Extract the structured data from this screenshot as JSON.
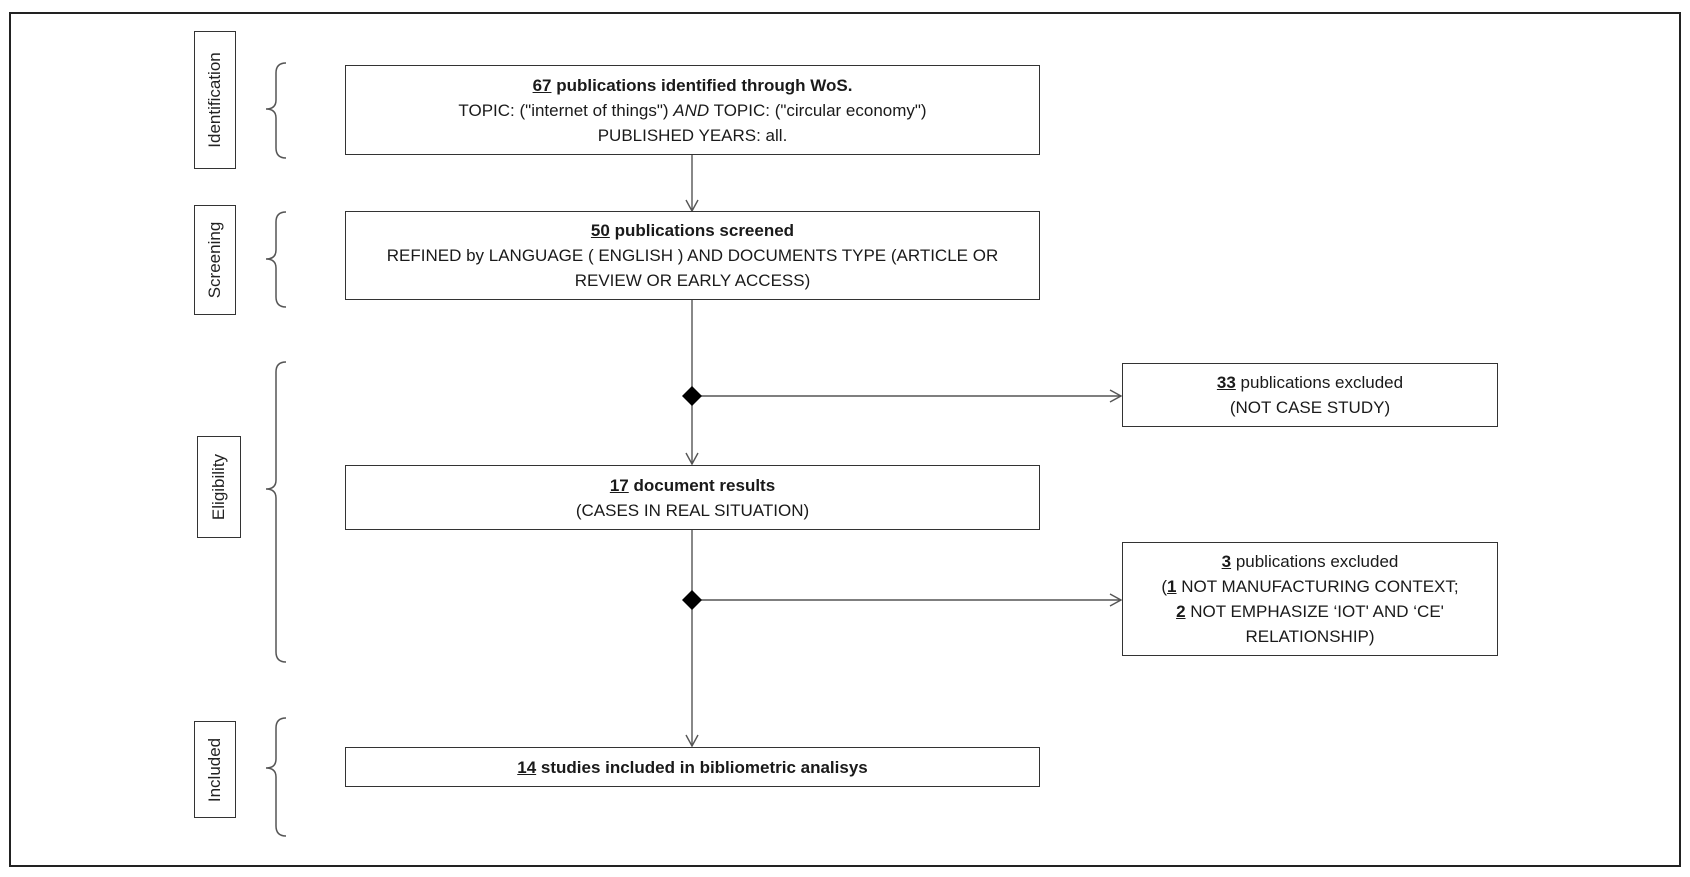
{
  "stages": {
    "identification": "Identification",
    "screening": "Screening",
    "eligibility": "Eligibility",
    "included": "Included"
  },
  "identification_box": {
    "count": "67",
    "heading": " publications identified through WoS.",
    "query_a": "TOPIC: (\"internet of things\") ",
    "query_and": "AND",
    "query_b": " TOPIC: (\"circular economy\")",
    "years": "PUBLISHED YEARS: all."
  },
  "screening_box": {
    "count": "50",
    "heading": " publications screened",
    "line2": "REFINED by LANGUAGE ( ENGLISH ) AND DOCUMENTS TYPE (ARTICLE OR",
    "line3": "REVIEW OR EARLY ACCESS)"
  },
  "exclusion_1": {
    "count": "33",
    "text": " publications excluded",
    "reason": "(NOT CASE STUDY)"
  },
  "eligibility_box": {
    "count": "17",
    "heading": " document results",
    "note": "(CASES IN REAL SITUATION)"
  },
  "exclusion_2": {
    "count": "3",
    "text": " publications excluded",
    "open": "(",
    "sub1_count": "1",
    "sub1_text": " NOT MANUFACTURING CONTEXT;",
    "sub2_count": "2",
    "sub2_text": " NOT EMPHASIZE ‘IOT' AND ‘CE'",
    "sub2_cont": "RELATIONSHIP)"
  },
  "included_box": {
    "count": "14",
    "heading": " studies included in bibliometric analisys"
  },
  "colors": {
    "line": "#555555",
    "border": "#333333",
    "text": "#1a1a1a"
  }
}
